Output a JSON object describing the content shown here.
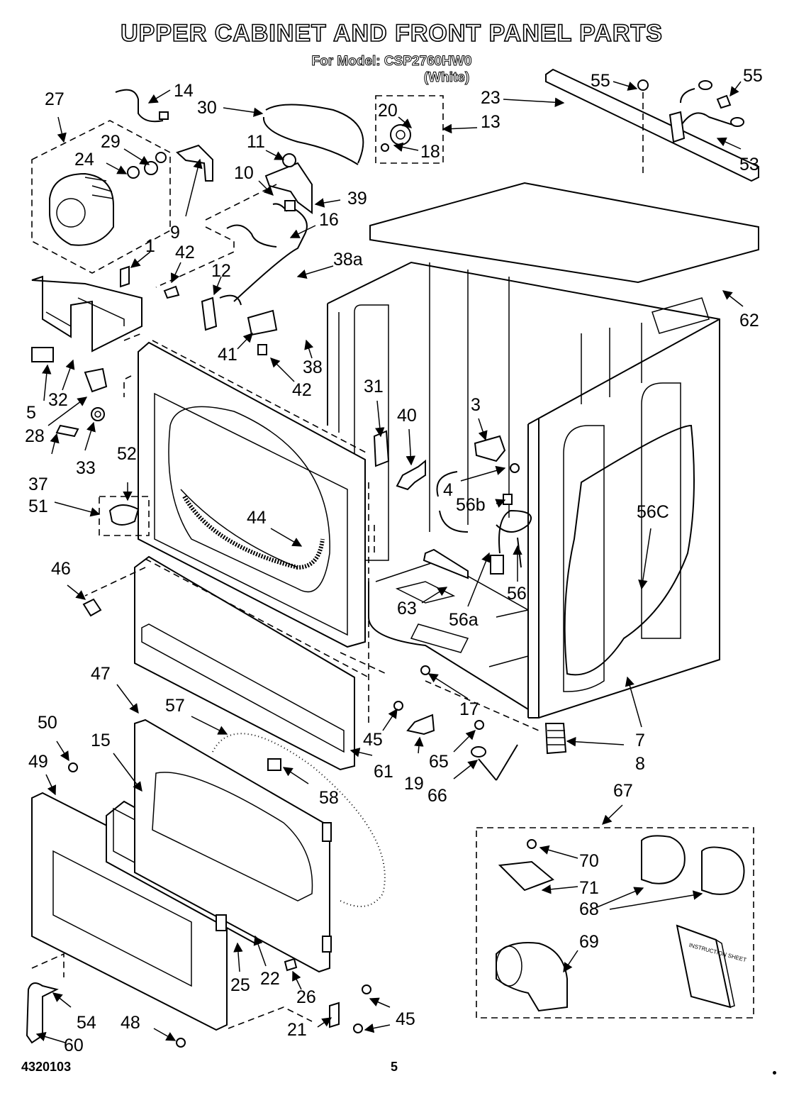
{
  "header": {
    "title": "UPPER CABINET AND FRONT PANEL PARTS",
    "model_line": "For Model: CSP2760HW0",
    "color_note": "(White)"
  },
  "callouts": [
    {
      "id": "c14",
      "text": "14"
    },
    {
      "id": "c27",
      "text": "27"
    },
    {
      "id": "c30",
      "text": "30"
    },
    {
      "id": "c20",
      "text": "20"
    },
    {
      "id": "c13",
      "text": "13"
    },
    {
      "id": "c18",
      "text": "18"
    },
    {
      "id": "c23",
      "text": "23"
    },
    {
      "id": "c55a",
      "text": "55"
    },
    {
      "id": "c55b",
      "text": "55"
    },
    {
      "id": "c53",
      "text": "53"
    },
    {
      "id": "c29",
      "text": "29"
    },
    {
      "id": "c24",
      "text": "24"
    },
    {
      "id": "c11",
      "text": "11"
    },
    {
      "id": "c10",
      "text": "10"
    },
    {
      "id": "c39",
      "text": "39"
    },
    {
      "id": "c9",
      "text": "9"
    },
    {
      "id": "c16",
      "text": "16"
    },
    {
      "id": "c1",
      "text": "1"
    },
    {
      "id": "c42a",
      "text": "42"
    },
    {
      "id": "c38a",
      "text": "38a"
    },
    {
      "id": "c12",
      "text": "12"
    },
    {
      "id": "c62",
      "text": "62"
    },
    {
      "id": "c41",
      "text": "41"
    },
    {
      "id": "c38",
      "text": "38"
    },
    {
      "id": "c42b",
      "text": "42"
    },
    {
      "id": "c5",
      "text": "5"
    },
    {
      "id": "c32",
      "text": "32"
    },
    {
      "id": "c28",
      "text": "28"
    },
    {
      "id": "c37",
      "text": "37"
    },
    {
      "id": "c33",
      "text": "33"
    },
    {
      "id": "c52",
      "text": "52"
    },
    {
      "id": "c51",
      "text": "51"
    },
    {
      "id": "c31",
      "text": "31"
    },
    {
      "id": "c40",
      "text": "40"
    },
    {
      "id": "c3",
      "text": "3"
    },
    {
      "id": "c4",
      "text": "4"
    },
    {
      "id": "c56b",
      "text": "56b"
    },
    {
      "id": "c56C",
      "text": "56C"
    },
    {
      "id": "c44",
      "text": "44"
    },
    {
      "id": "c46",
      "text": "46"
    },
    {
      "id": "c56",
      "text": "56"
    },
    {
      "id": "c63",
      "text": "63"
    },
    {
      "id": "c56a",
      "text": "56a"
    },
    {
      "id": "c47",
      "text": "47"
    },
    {
      "id": "c57",
      "text": "57"
    },
    {
      "id": "c17",
      "text": "17"
    },
    {
      "id": "c7",
      "text": "7"
    },
    {
      "id": "c50",
      "text": "50"
    },
    {
      "id": "c45a",
      "text": "45"
    },
    {
      "id": "c19",
      "text": "19"
    },
    {
      "id": "c65",
      "text": "65"
    },
    {
      "id": "c8",
      "text": "8"
    },
    {
      "id": "c15",
      "text": "15"
    },
    {
      "id": "c61",
      "text": "61"
    },
    {
      "id": "c49",
      "text": "49"
    },
    {
      "id": "c58",
      "text": "58"
    },
    {
      "id": "c66",
      "text": "66"
    },
    {
      "id": "c67",
      "text": "67"
    },
    {
      "id": "c70",
      "text": "70"
    },
    {
      "id": "c71",
      "text": "71"
    },
    {
      "id": "c68",
      "text": "68"
    },
    {
      "id": "c69",
      "text": "69"
    },
    {
      "id": "c25",
      "text": "25"
    },
    {
      "id": "c22",
      "text": "22"
    },
    {
      "id": "c26",
      "text": "26"
    },
    {
      "id": "c54",
      "text": "54"
    },
    {
      "id": "c48",
      "text": "48"
    },
    {
      "id": "c45b",
      "text": "45"
    },
    {
      "id": "c21",
      "text": "21"
    },
    {
      "id": "c60",
      "text": "60"
    }
  ],
  "instruction_sheet_text": "INSTRUCTION SHEET",
  "footer": {
    "doc_number": "4320103",
    "page_number": "5"
  }
}
